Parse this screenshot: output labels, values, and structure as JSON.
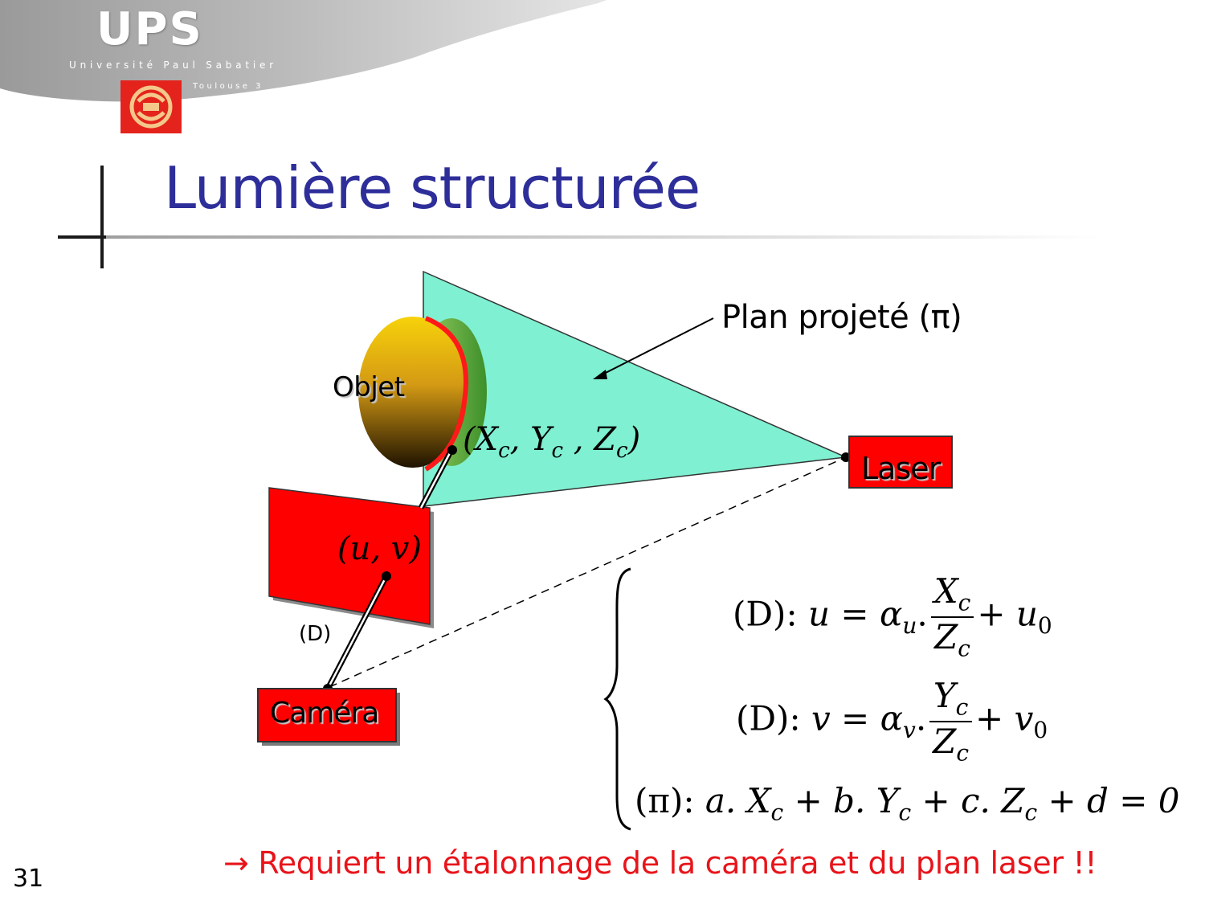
{
  "header": {
    "logo_text": "UPS",
    "university": "Université Paul Sabatier",
    "city": "Toulouse 3"
  },
  "slide": {
    "title": "Lumière structurée",
    "page_number": "31"
  },
  "diagram": {
    "plane_label": "Plan projeté (π)",
    "object_label": "Objet",
    "laser_label": "Laser",
    "camera_label": "Caméra",
    "line_label": "(D)",
    "image_point": "(u, v)",
    "world_point": "(X",
    "world_point_sub1": "c",
    "world_point_mid1": ", Y",
    "world_point_sub2": "c",
    "world_point_mid2": " , Z",
    "world_point_sub3": "c",
    "world_point_end": ")",
    "colors": {
      "plane": "#7ff0d2",
      "object_gradient_top": "#f7d20a",
      "object_gradient_bottom": "#2a1a00",
      "object_edge": "#ff1a1a",
      "red_box": "#ff0000",
      "title": "#2e2e9a",
      "note": "#e8141a"
    }
  },
  "equations": {
    "eq1_prefix": "(D):",
    "eq1_var": "u",
    "eq1_alpha": "α",
    "eq1_alpha_sub": "u",
    "eq1_num": "X",
    "eq1_num_sub": "c",
    "eq1_den": "Z",
    "eq1_den_sub": "c",
    "eq1_offset": "u",
    "eq1_offset_sub": "0",
    "eq2_prefix": "(D):",
    "eq2_var": "v",
    "eq2_alpha": "α",
    "eq2_alpha_sub": "v",
    "eq2_num": "Y",
    "eq2_num_sub": "c",
    "eq2_den": "Z",
    "eq2_den_sub": "c",
    "eq2_offset": "v",
    "eq2_offset_sub": "0",
    "eq3": "(π):",
    "eq3_terms": "a. X",
    "eq3_sub1": "c",
    "eq3_b": " + b. Y",
    "eq3_sub2": "c",
    "eq3_c": " + c. Z",
    "eq3_sub3": "c",
    "eq3_end": " + d = 0"
  },
  "note": "→ Requiert un étalonnage de la caméra et du plan laser !!"
}
